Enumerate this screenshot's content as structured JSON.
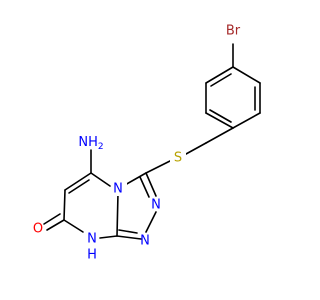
{
  "molecule": {
    "atoms": {
      "bromine": "Br",
      "sulfur": "S",
      "amino": "NH",
      "amino_subscript": "2",
      "carbonyl_oxygen": "O",
      "ring_nh": "N",
      "ring_nh_h": "H",
      "ring_n_bridge": "N",
      "triazole_n1": "N",
      "triazole_n2": "N"
    },
    "colors": {
      "bromine": "#A52A2A",
      "sulfur": "#B8A200",
      "nitrogen": "#0000FF",
      "oxygen": "#FF0000",
      "bond": "#000000"
    }
  }
}
